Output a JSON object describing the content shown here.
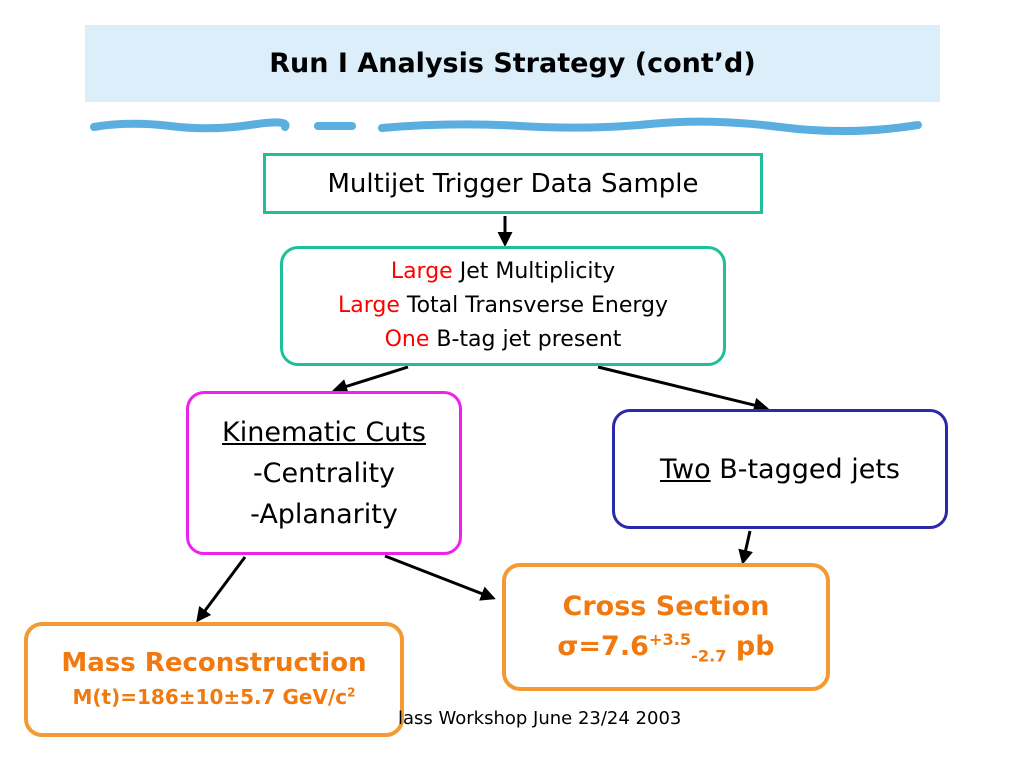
{
  "title": "Run I Analysis Strategy (cont’d)",
  "footer": "lass Workshop June 23/24 2003",
  "trigger": {
    "text": "Multijet Trigger Data Sample"
  },
  "criteria": [
    {
      "highlight": "Large",
      "rest": " Jet Multiplicity"
    },
    {
      "highlight": "Large",
      "rest": " Total Transverse Energy"
    },
    {
      "highlight": "One",
      "rest": " B-tag jet present"
    }
  ],
  "kinematic": {
    "heading": "Kinematic Cuts",
    "items": [
      "-Centrality",
      "-Aplanarity"
    ]
  },
  "two_btag": {
    "underlined": "Two",
    "rest": " B-tagged jets"
  },
  "cross_section": {
    "heading": "Cross Section",
    "sigma": "σ=7.6",
    "sup": "+3.5",
    "sub": "-2.7",
    "unit": " pb"
  },
  "mass": {
    "heading": "Mass Reconstruction",
    "value": "M(t)=186±10±5.7 GeV/c",
    "power": "2"
  },
  "colors": {
    "teal": "#1fbf9a",
    "magenta": "#ee22ee",
    "navy": "#2a2aa8",
    "orange": "#f59a33",
    "orange_text": "#f07a10",
    "red": "#ff0000",
    "title_bg": "#dbeefa"
  }
}
